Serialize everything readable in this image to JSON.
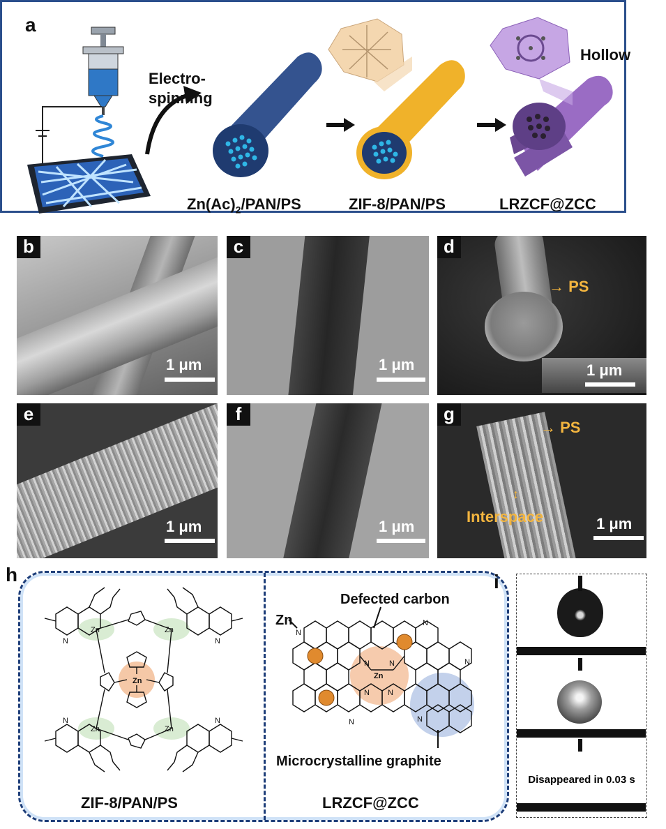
{
  "panel_a": {
    "label": "a",
    "step1": "Electro-\nspinning",
    "step1_line1": "Electro-",
    "step1_line2": "spinning",
    "label1": "Zn(Ac)",
    "label1_sub": "2",
    "label1_rest": "/PAN/PS",
    "label2": "ZIF-8/PAN/PS",
    "label3": "LRZCF@ZCC",
    "hollow": "Hollow",
    "colors": {
      "border": "#2b4f8c",
      "fiber_blue": "#2f4f8f",
      "dot": "#2fb6e6",
      "zif_orange": "#f0b22a",
      "purple": "#8c62b8"
    }
  },
  "micrographs": [
    {
      "tag": "b",
      "scale": "1 μm"
    },
    {
      "tag": "c",
      "scale": "1 μm"
    },
    {
      "tag": "d",
      "scale": "1 μm",
      "annotation": "PS"
    },
    {
      "tag": "e",
      "scale": "1 μm"
    },
    {
      "tag": "f",
      "scale": "1 μm"
    },
    {
      "tag": "g",
      "scale": "1 μm",
      "annotation": "PS",
      "annotation2": "Interspace"
    }
  ],
  "panel_h": {
    "label": "h",
    "left_title": "ZIF-8/PAN/PS",
    "right_title": "LRZCF@ZCC",
    "zn": "Zn",
    "defected": "Defected carbon",
    "graphite": "Microcrystalline graphite",
    "atom_zn": "Zn",
    "atom_n": "N"
  },
  "panel_i": {
    "label": "i",
    "caption": "Disappeared in 0.03 s"
  }
}
